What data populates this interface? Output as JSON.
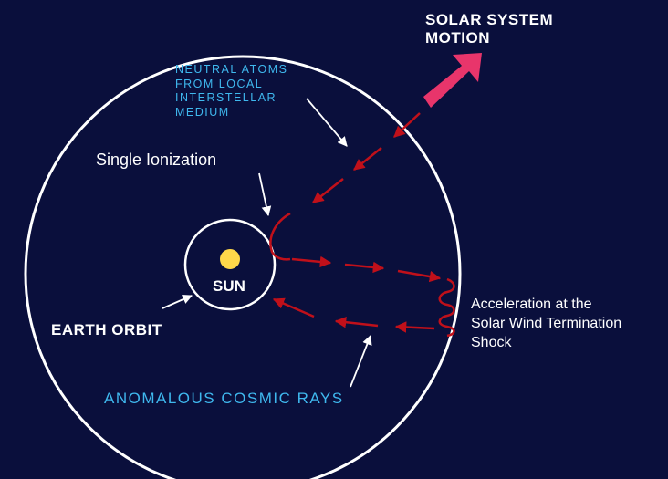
{
  "labels": {
    "solar_motion": "SOLAR SYSTEM\nMOTION",
    "neutral_atoms": "NEUTRAL ATOMS\nFROM LOCAL\nINTERSTELLAR\nMEDIUM",
    "single_ionization": "Single Ionization",
    "sun": "SUN",
    "earth_orbit": "EARTH ORBIT",
    "acceleration": "Acceleration at the\nSolar Wind Termination\nShock",
    "anomalous": "ANOMALOUS COSMIC RAYS"
  },
  "colors": {
    "background": "#0a0f3c",
    "outline": "#ffffff",
    "particle_path": "#c0101a",
    "sun": "#ffd84a",
    "motion_arrow": "#e8356b",
    "label_blue": "#3fb8ee"
  }
}
